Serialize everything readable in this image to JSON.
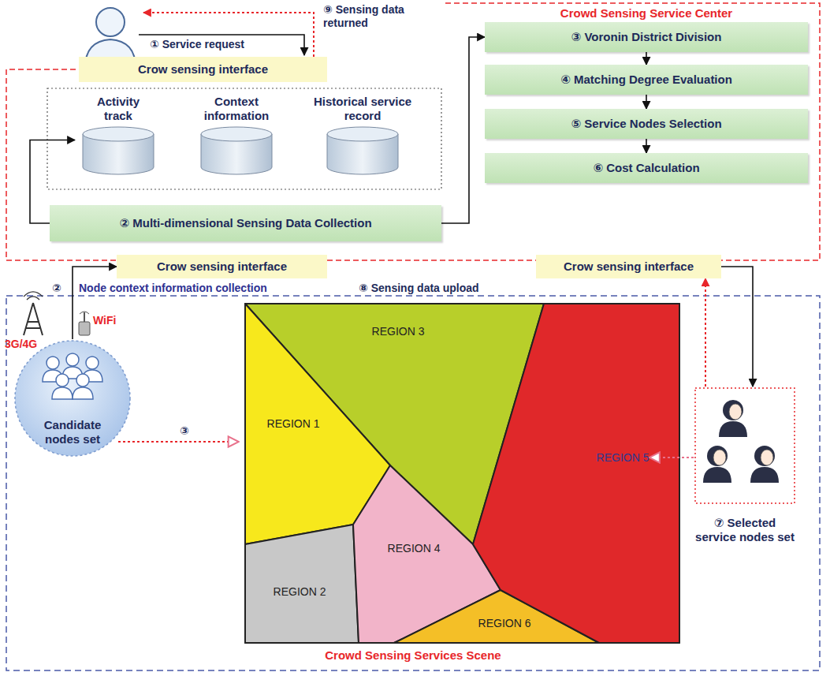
{
  "diagram": {
    "nodes": [
      {
        "text": [
          "Crow sensing interface"
        ]
      },
      {
        "text": [
          "Crowd Sensing Service Center"
        ]
      },
      {
        "text": [
          "Activity track"
        ],
        "in": 1
      },
      {
        "text": [
          "Context information"
        ],
        "in": 1
      },
      {
        "text": [
          "Historical service record"
        ],
        "in": 1
      },
      {
        "text": [
          "② Multi-dimensional Sensing Data Collection"
        ],
        "in": 1
      },
      {
        "text": [
          "③ Voronin District Division"
        ],
        "in": 1
      },
      {
        "text": [
          "④ Matching Degree Evaluation"
        ],
        "in": 1
      },
      {
        "text": [
          "⑤ Service Nodes Selection"
        ],
        "in": 1
      },
      {
        "text": [
          "⑥ Cost Calculation"
        ],
        "in": 1
      },
      {
        "text": [
          "Crow sensing interface"
        ]
      },
      {
        "text": [
          "Crow sensing interface"
        ]
      },
      {
        "text": [
          "Crowd Sensing Services Scene"
        ]
      },
      {
        "text": [
          "Candidate nodes set"
        ],
        "in": 12
      },
      {
        "text": [
          "REGION 1"
        ],
        "in": 12
      },
      {
        "text": [
          "REGION 2"
        ],
        "in": 12
      },
      {
        "text": [
          "REGION 3"
        ],
        "in": 12
      },
      {
        "text": [
          "REGION 4"
        ],
        "in": 12
      },
      {
        "text": [
          "REGION 5"
        ],
        "in": 12
      },
      {
        "text": [
          "REGION 6"
        ],
        "in": 12
      },
      {
        "text": [
          "⑦ Selected service nodes set"
        ],
        "in": 12
      }
    ],
    "edges": [
      {
        "from": 5,
        "to": 2,
        "arrow": "to"
      },
      {
        "from": 5,
        "to": 6,
        "arrow": "to"
      },
      {
        "from": 6,
        "to": 7,
        "arrow": "to"
      },
      {
        "from": 7,
        "to": 8,
        "arrow": "to"
      },
      {
        "from": 8,
        "to": 9,
        "arrow": "to"
      },
      {
        "from": 13,
        "to": 10,
        "arrow": "to"
      },
      {
        "from": 11,
        "to": 20,
        "arrow": "to"
      },
      {
        "from": 20,
        "to": 11,
        "arrow": "to"
      },
      {
        "from": 20,
        "to": 18,
        "arrow": "to"
      }
    ],
    "labels": [
      "① Service request",
      "⑨ Sensing data returned",
      "②",
      "Node context information collection",
      "3G/4G",
      "WiFi",
      "③",
      "⑧ Sensing data upload"
    ]
  }
}
